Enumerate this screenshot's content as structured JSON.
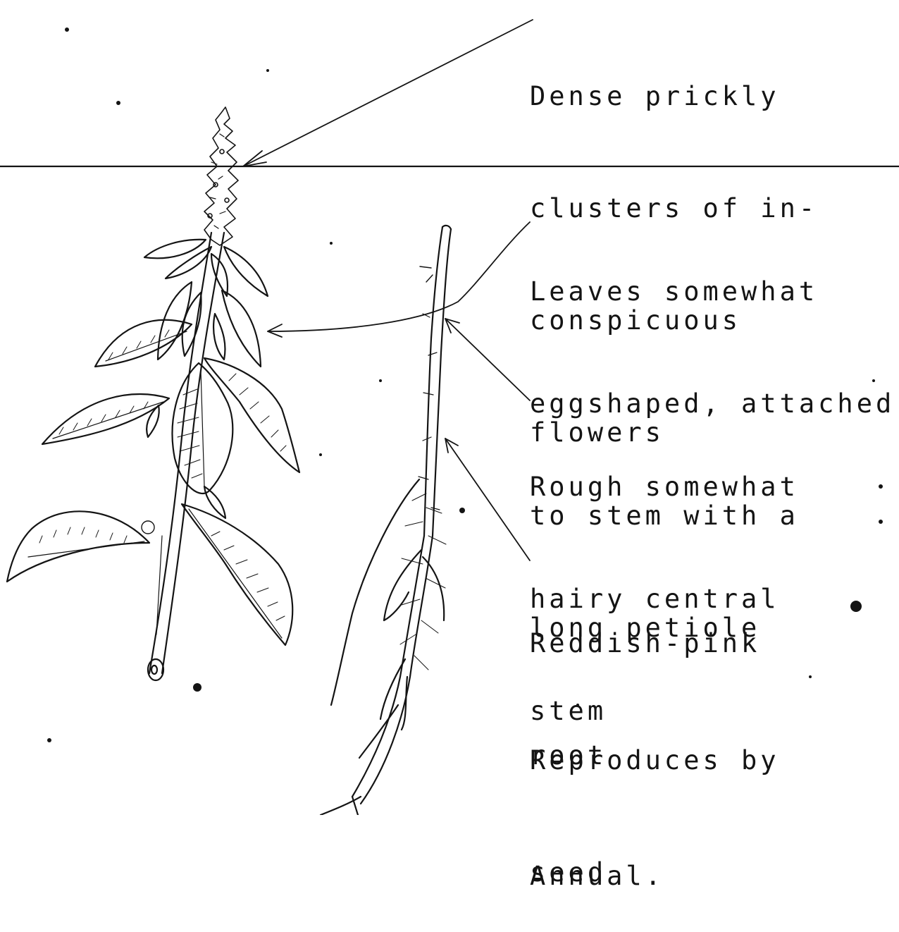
{
  "labels": {
    "flowers": [
      "Dense prickly",
      "clusters of in-",
      "conspicuous",
      "flowers"
    ],
    "leaves": [
      "Leaves somewhat",
      "eggshaped, attached",
      "to stem with a",
      "long petiole"
    ],
    "stem": [
      "Rough somewhat",
      "hairy central",
      "stem"
    ],
    "root": [
      "Reddish-pink",
      "root"
    ],
    "reproduction": [
      "Reproduces by",
      "seed"
    ],
    "lifecycle": [
      "Annual."
    ]
  },
  "colors": {
    "ink": "#141414",
    "paper": "#ffffff"
  }
}
